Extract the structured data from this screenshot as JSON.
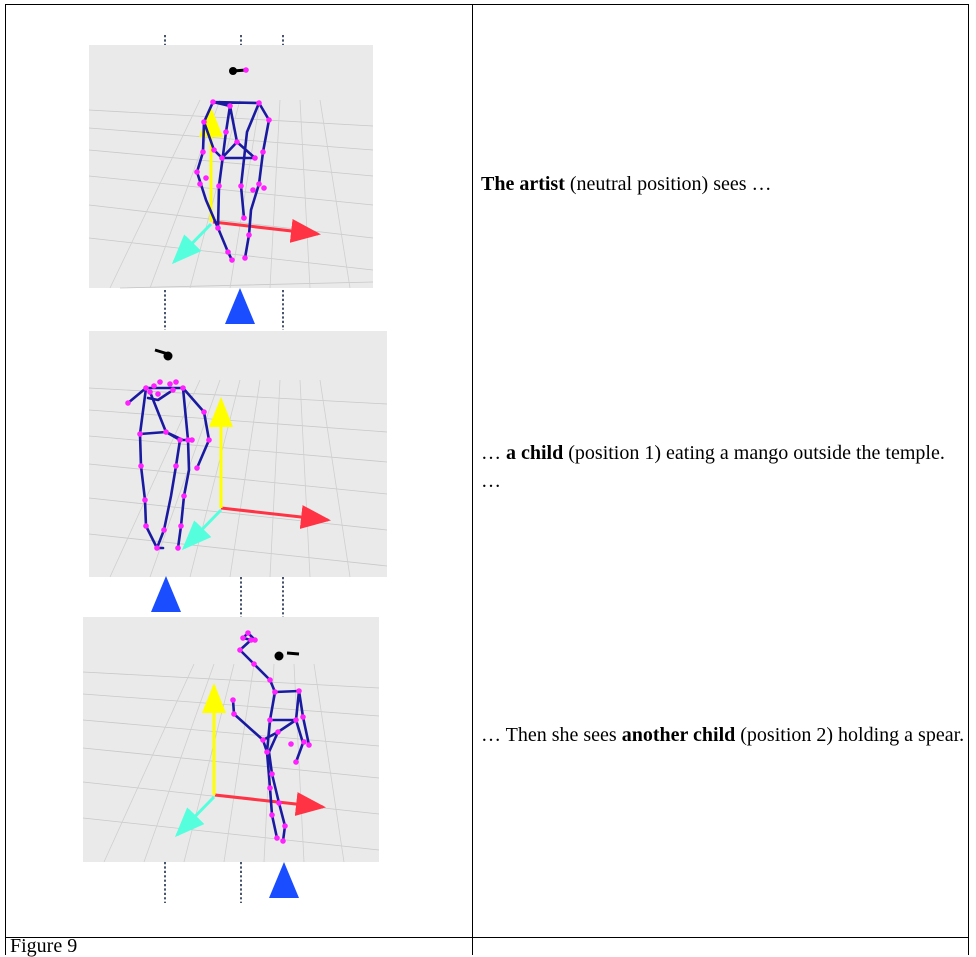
{
  "caption": "Figure 9",
  "rows": [
    {
      "bold": "The artist",
      "rest": " (neutral position) sees …"
    },
    {
      "prefix": "… ",
      "bold": "a child",
      "rest": " (position 1) eating a mango outside the temple. …"
    },
    {
      "prefix": "… Then she sees ",
      "bold": "another child",
      "rest": " (position 2) holding a spear."
    }
  ],
  "colors": {
    "bone": "#1a1aa0",
    "joint": "#ff22ff",
    "axis_x": "#ff3344",
    "axis_y": "#ffff00",
    "axis_z": "#55ffdd",
    "marker_arrow": "#1a4dff"
  },
  "icons": [
    "pose-skeleton",
    "axis-gizmo",
    "position-arrow-up"
  ]
}
